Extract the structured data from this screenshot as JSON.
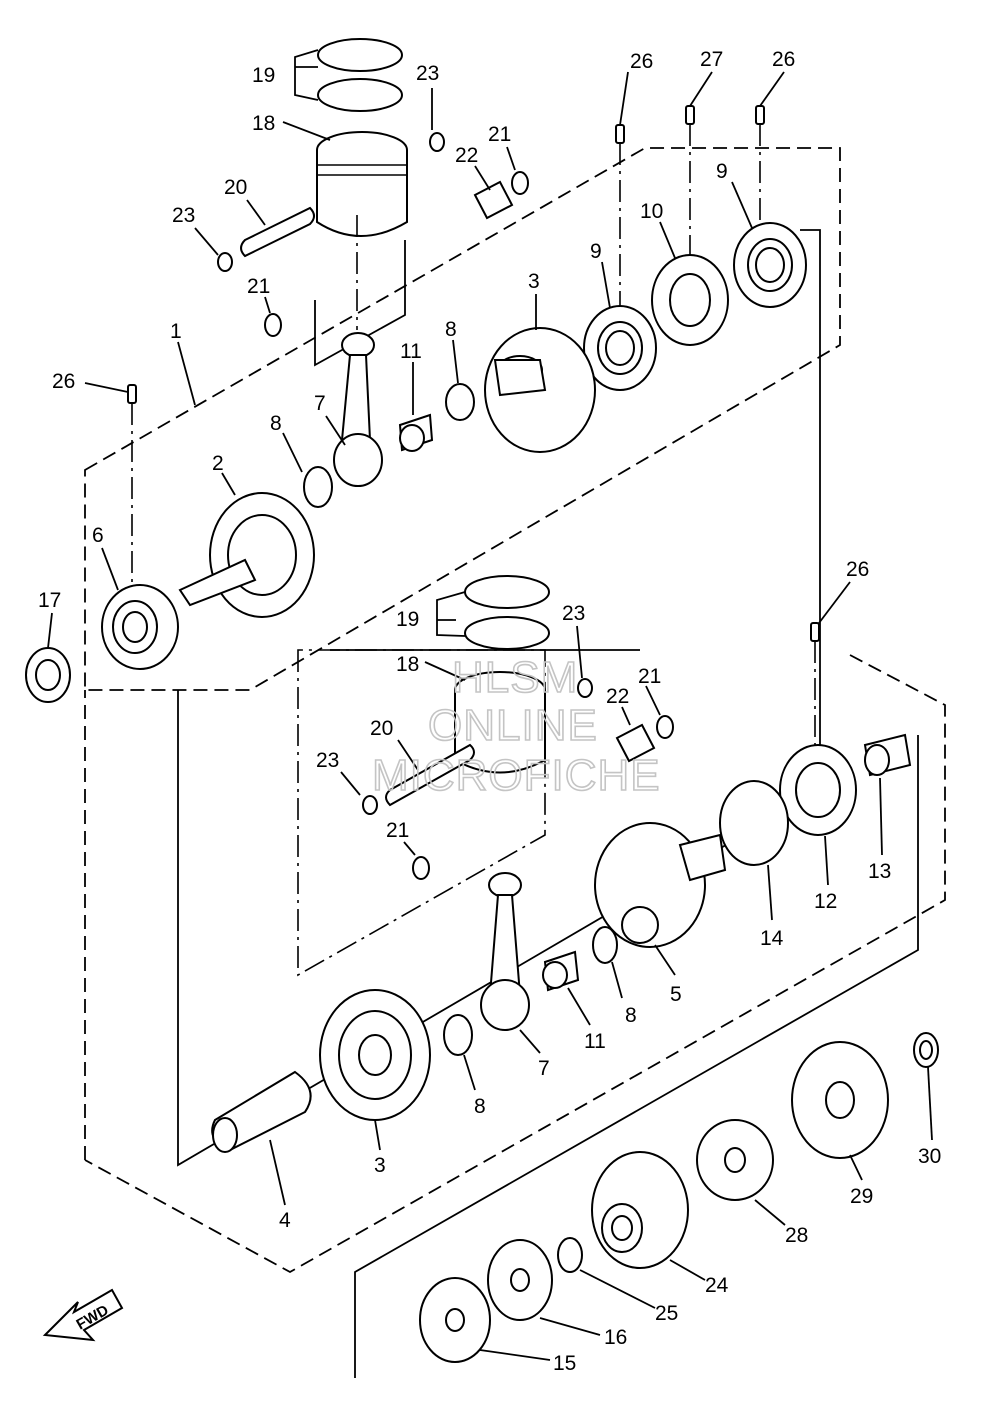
{
  "callouts": {
    "c19a": "19",
    "c23a": "23",
    "c18a": "18",
    "c20a": "20",
    "c23b": "23",
    "c21a": "21",
    "c22a": "22",
    "c21b": "21",
    "c26a": "26",
    "c27": "27",
    "c26b": "26",
    "c9a": "9",
    "c10": "10",
    "c9b": "9",
    "c3a": "3",
    "c1": "1",
    "c26c": "26",
    "c8a": "8",
    "c11a": "11",
    "c7a": "7",
    "c8b": "8",
    "c2": "2",
    "c6": "6",
    "c17": "17",
    "c26d": "26",
    "c19b": "19",
    "c23c": "23",
    "c18b": "18",
    "c21c": "21",
    "c22b": "22",
    "c20b": "20",
    "c23d": "23",
    "c21d": "21",
    "c13": "13",
    "c12": "12",
    "c14": "14",
    "c5": "5",
    "c8c": "8",
    "c11b": "11",
    "c7b": "7",
    "c8d": "8",
    "c3b": "3",
    "c4": "4",
    "c30": "30",
    "c29": "29",
    "c28": "28",
    "c24": "24",
    "c25": "25",
    "c16": "16",
    "c15": "15"
  },
  "watermark": {
    "line1": "HLSM",
    "line2": "ONLINE",
    "line3": "MICROFICHE"
  },
  "fwd_label": "FWD"
}
